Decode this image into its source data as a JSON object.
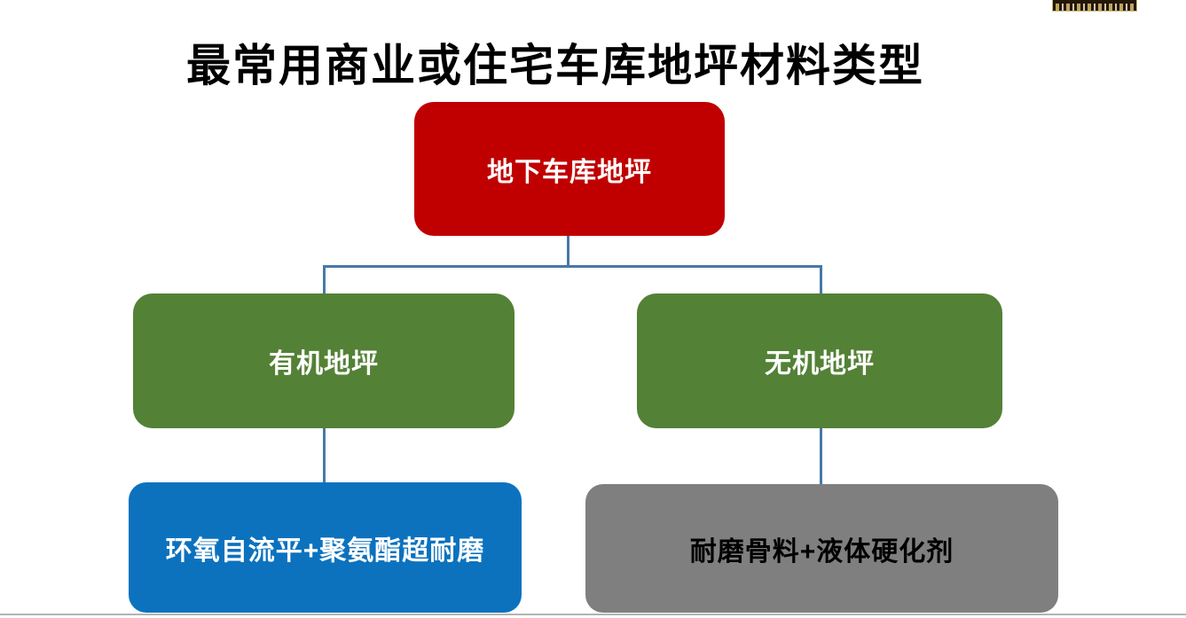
{
  "slide": {
    "title": "最常用商业或住宅车库地坪材料类型",
    "title_color": "#000000",
    "background": "#FFFFFF",
    "bottom_rule_color": "#B3B3B3"
  },
  "icons": {
    "watermark_logo": "dark-rectangular-badge-gold-text-clipped-at-top-edge"
  },
  "diagram": {
    "type": "hierarchy-org-chart",
    "connector_color": "#4878A8",
    "root": {
      "label": "地下车库地坪",
      "fill": "#C00000",
      "text_color": "#FFFFFF"
    },
    "children": [
      {
        "label": "有机地坪",
        "fill": "#538135",
        "text_color": "#FFFFFF"
      },
      {
        "label": "无机地坪",
        "fill": "#538135",
        "text_color": "#FFFFFF"
      }
    ],
    "leaves": [
      {
        "label": "环氧自流平+聚氨酯超耐磨",
        "fill": "#0C72BE",
        "text_color": "#FFFFFF"
      },
      {
        "label": "耐磨骨料+液体硬化剂",
        "fill": "#7F7F7F",
        "text_color": "#000000"
      }
    ]
  }
}
